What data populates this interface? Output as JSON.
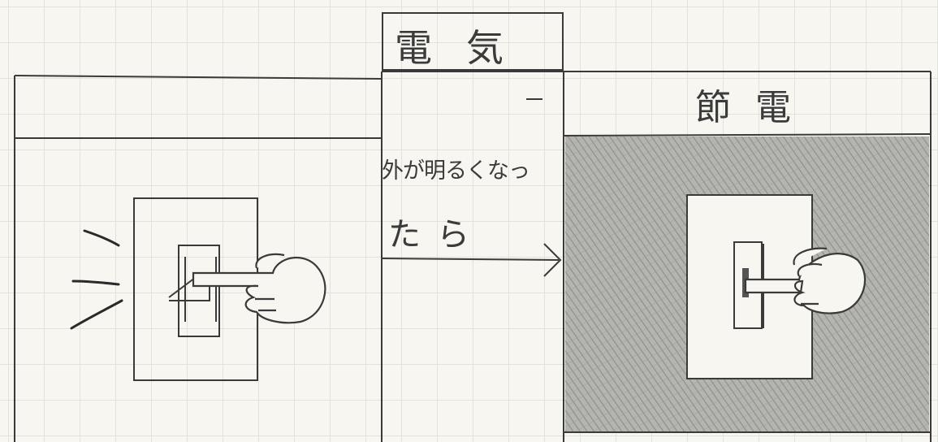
{
  "center_header": {
    "label": "電気"
  },
  "right_panel": {
    "label": "節電"
  },
  "arrow_caption": {
    "line1": "外が明るくなっ",
    "line2": "たら"
  },
  "colors": {
    "ink": "#3a3a3a",
    "paper": "#f7f6f1",
    "grid": "#e2e2dc",
    "shading": "#9c9c9c"
  }
}
